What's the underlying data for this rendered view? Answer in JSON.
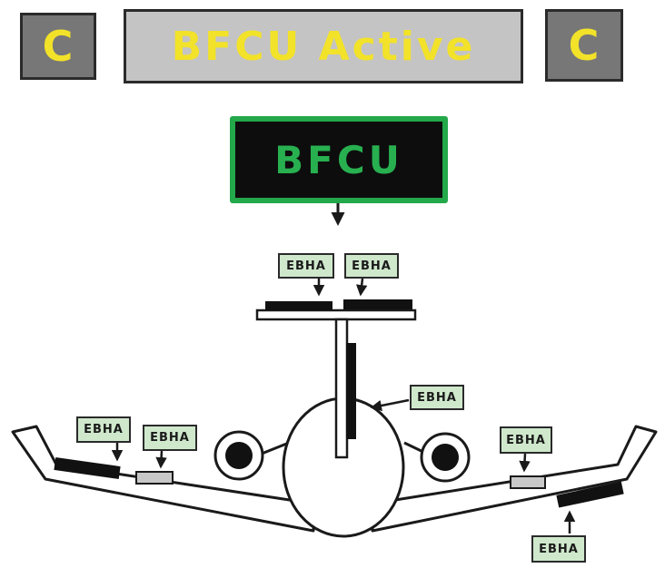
{
  "status": {
    "left_indicator": "C",
    "banner": "BFCU Active",
    "right_indicator": "C"
  },
  "controller": {
    "label": "BFCU"
  },
  "actuator_label": "EBHA",
  "colors": {
    "indicator_text": "#f2e229",
    "indicator_bg": "#777777",
    "banner_bg": "#c4c4c4",
    "controller_border": "#23a84a",
    "controller_text": "#28b050",
    "tag_bg": "#cfe8cc"
  }
}
